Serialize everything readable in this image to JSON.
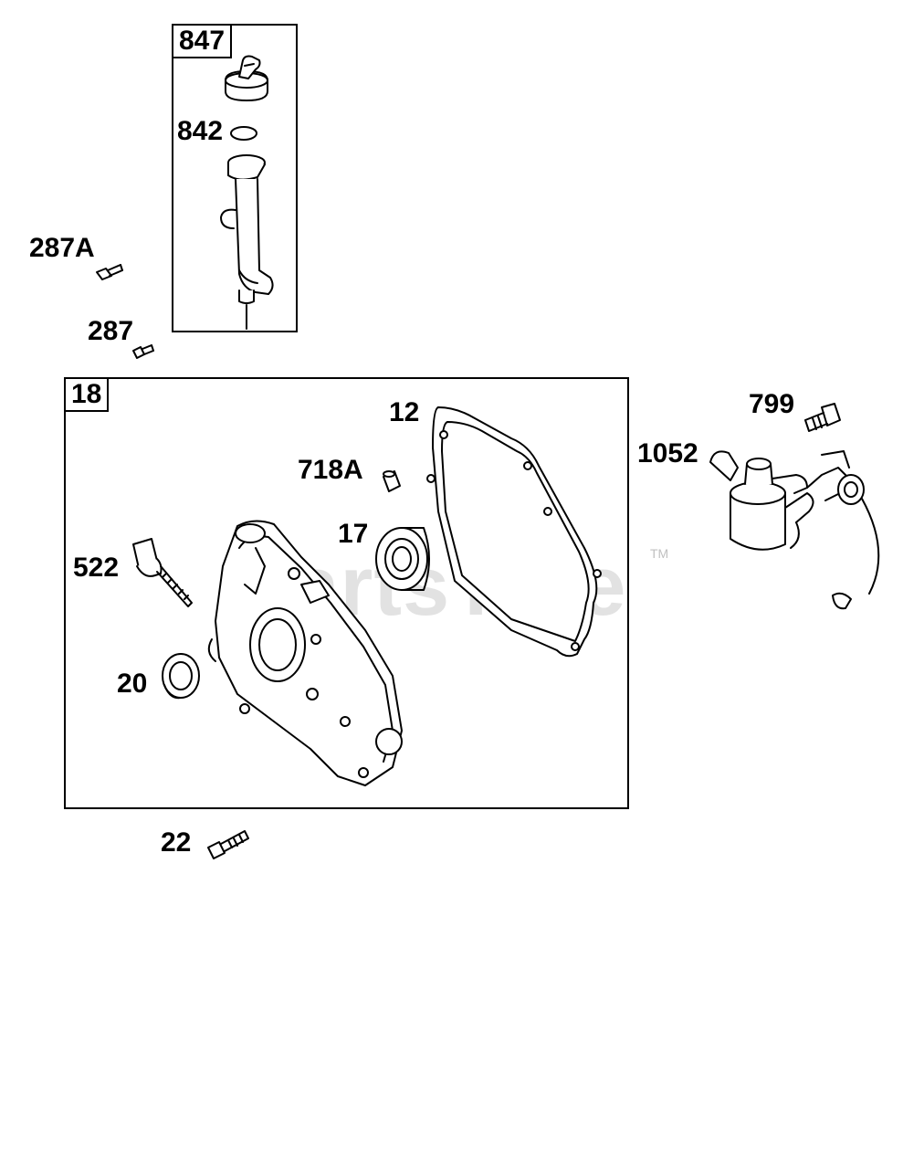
{
  "watermark": {
    "text": "PartsTree",
    "tm": "TM"
  },
  "groups": {
    "dipstick_group": "847",
    "crankcase_group": "18"
  },
  "parts": {
    "p842": "842",
    "p287A": "287A",
    "p287": "287",
    "p12": "12",
    "p718A": "718A",
    "p17": "17",
    "p522": "522",
    "p20": "20",
    "p22": "22",
    "p799": "799",
    "p1052": "1052"
  }
}
